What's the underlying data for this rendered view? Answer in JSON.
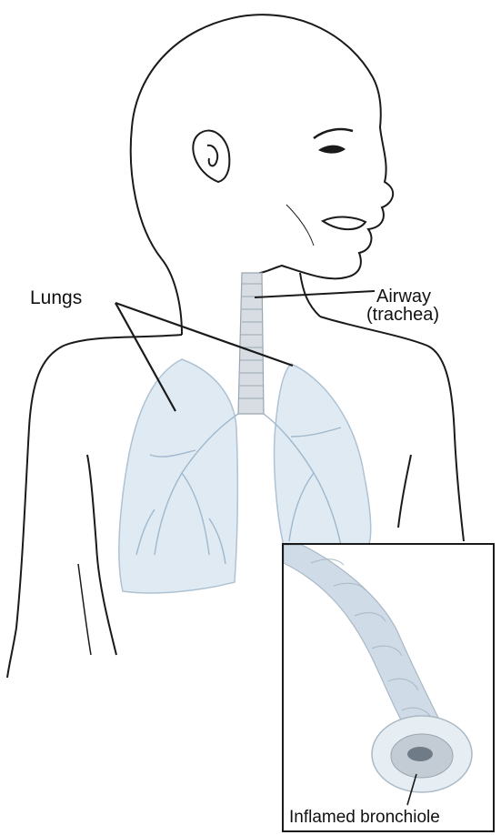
{
  "labels": {
    "lungs": "Lungs",
    "airway_line1": "Airway",
    "airway_line2": "(trachea)",
    "inflamed_bronchiole": "Inflamed bronchiole"
  },
  "colors": {
    "line": "#1a1a1a",
    "lung_fill": "#dbe7f1",
    "lung_detail": "#9fb8cc",
    "trachea_fill": "#d7dde3",
    "bronchiole_fill": "#cfdbe6"
  }
}
